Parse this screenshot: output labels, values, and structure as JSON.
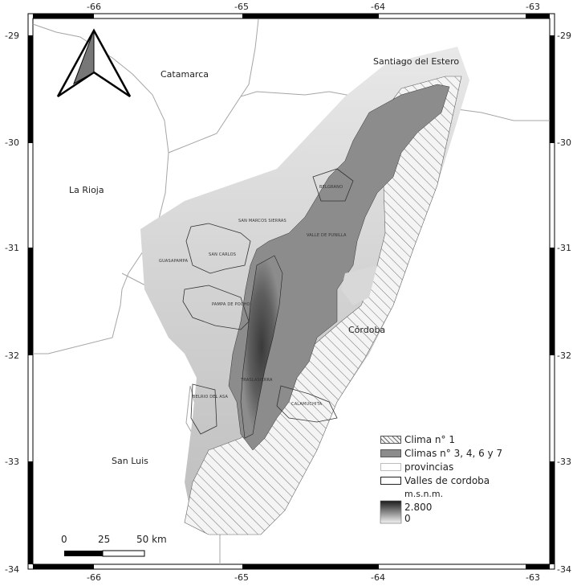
{
  "map": {
    "lon_ticks": [
      "-66",
      "-65",
      "-64",
      "-63"
    ],
    "lat_ticks": [
      "-29",
      "-30",
      "-31",
      "-32",
      "-33",
      "-34"
    ],
    "provinces": [
      "Santiago del Estero",
      "Catamarca",
      "La Rioja",
      "Córdoba",
      "San Luis"
    ],
    "valleys": [
      "SAN MARCOS SIERRAS",
      "SAN CARLOS",
      "GUASAPAMPA",
      "PAMPA DE POCHO",
      "BELGRANO",
      "VALLE DE PUNILLA",
      "TRASLASIERRA",
      "CALAMUCHITA",
      "BELRIO DEL ASA"
    ],
    "colors": {
      "frame": "#000000",
      "province_border": "#9e9e9e",
      "climate_zone": "#8a8a8a",
      "dem_high": "#2a2a2a",
      "dem_low": "#f2f2f2",
      "hatch": "#777777"
    }
  },
  "north_arrow": {
    "icon": "north-arrow-icon"
  },
  "legend": {
    "items": [
      {
        "label": "Clima n° 1",
        "swatch": "hatched"
      },
      {
        "label": "Climas n° 3, 4, 6 y 7",
        "swatch": "gray"
      },
      {
        "label": "provincias",
        "swatch": "white"
      },
      {
        "label": "Valles de cordoba",
        "swatch": "outline"
      }
    ],
    "elevation_title": "m.s.n.m.",
    "elevation_max": "2.800",
    "elevation_min": "0"
  },
  "scale_bar": {
    "labels": [
      "0",
      "25",
      "50 km"
    ]
  }
}
